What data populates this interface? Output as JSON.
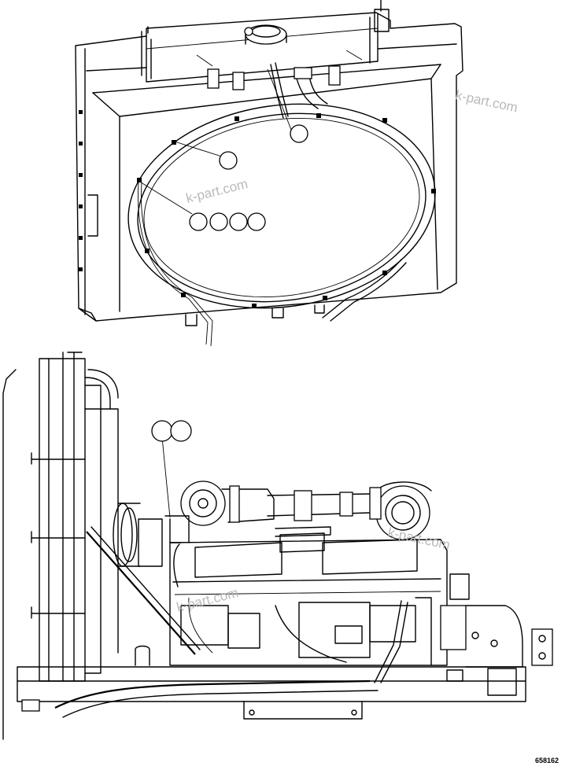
{
  "watermark": "k-part.com",
  "drawing_code": "658162",
  "callouts": {
    "top_view": {
      "count": 6
    },
    "side_view": {
      "count": 2
    }
  }
}
